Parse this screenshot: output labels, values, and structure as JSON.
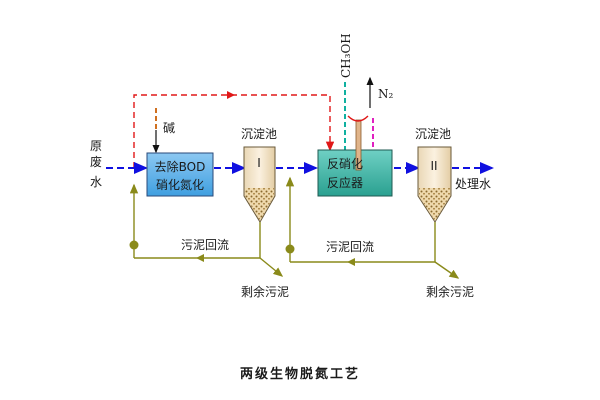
{
  "labels": {
    "raw_water_line1": "原",
    "raw_water_line2": "废",
    "raw_water_line3": "水",
    "alkali": "碱",
    "tank1_line1": "去除BOD",
    "tank1_line2": "硝化氮化",
    "settler1_title": "沉淀池",
    "settler1_roman": "I",
    "methanol": "CH₃OH",
    "nitrogen": "N₂",
    "reactor_line1": "反硝化",
    "reactor_line2": "反应器",
    "settler2_title": "沉淀池",
    "settler2_roman": "II",
    "treated_water": "处理水",
    "sludge_return_1": "污泥回流",
    "sludge_return_2": "污泥回流",
    "excess_sludge_1": "剩余污泥",
    "excess_sludge_2": "剩余污泥",
    "caption": "两级生物脱氮工艺"
  },
  "colors": {
    "main_flow": "#1010e0",
    "bypass_flow": "#e01818",
    "alkali_feed": "#d07020",
    "methanol_feed": "#10b0a0",
    "gas_line": "#e020c0",
    "sludge_line": "#8a8a1a",
    "tank_fill": "#5aaee8",
    "reactor_fill": "#3fb3a5",
    "settler_fill": "#f3e4c8",
    "sludge_dots": "#8a6a30"
  }
}
